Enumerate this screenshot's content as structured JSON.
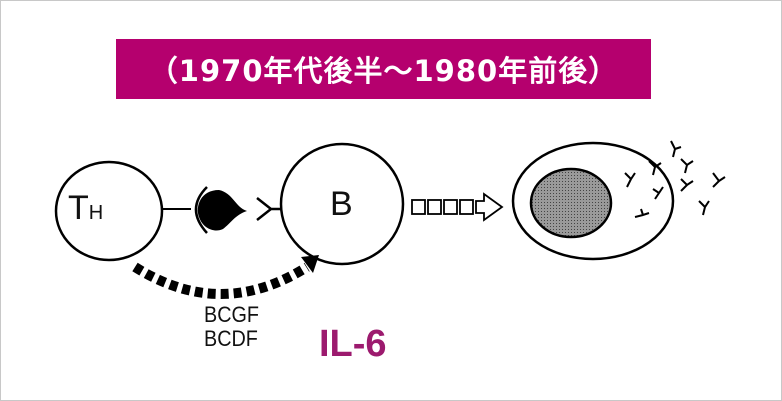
{
  "banner": {
    "text": "（1970年代後半～1980年前後）"
  },
  "cells": {
    "th_main": "T",
    "th_sub": "H",
    "b": "B"
  },
  "factors": {
    "line1": "BCGF",
    "line2": "BCDF"
  },
  "cytokine": {
    "label": "IL-6"
  },
  "colors": {
    "banner": "#b5006e",
    "il6": "#9c1a6e"
  }
}
